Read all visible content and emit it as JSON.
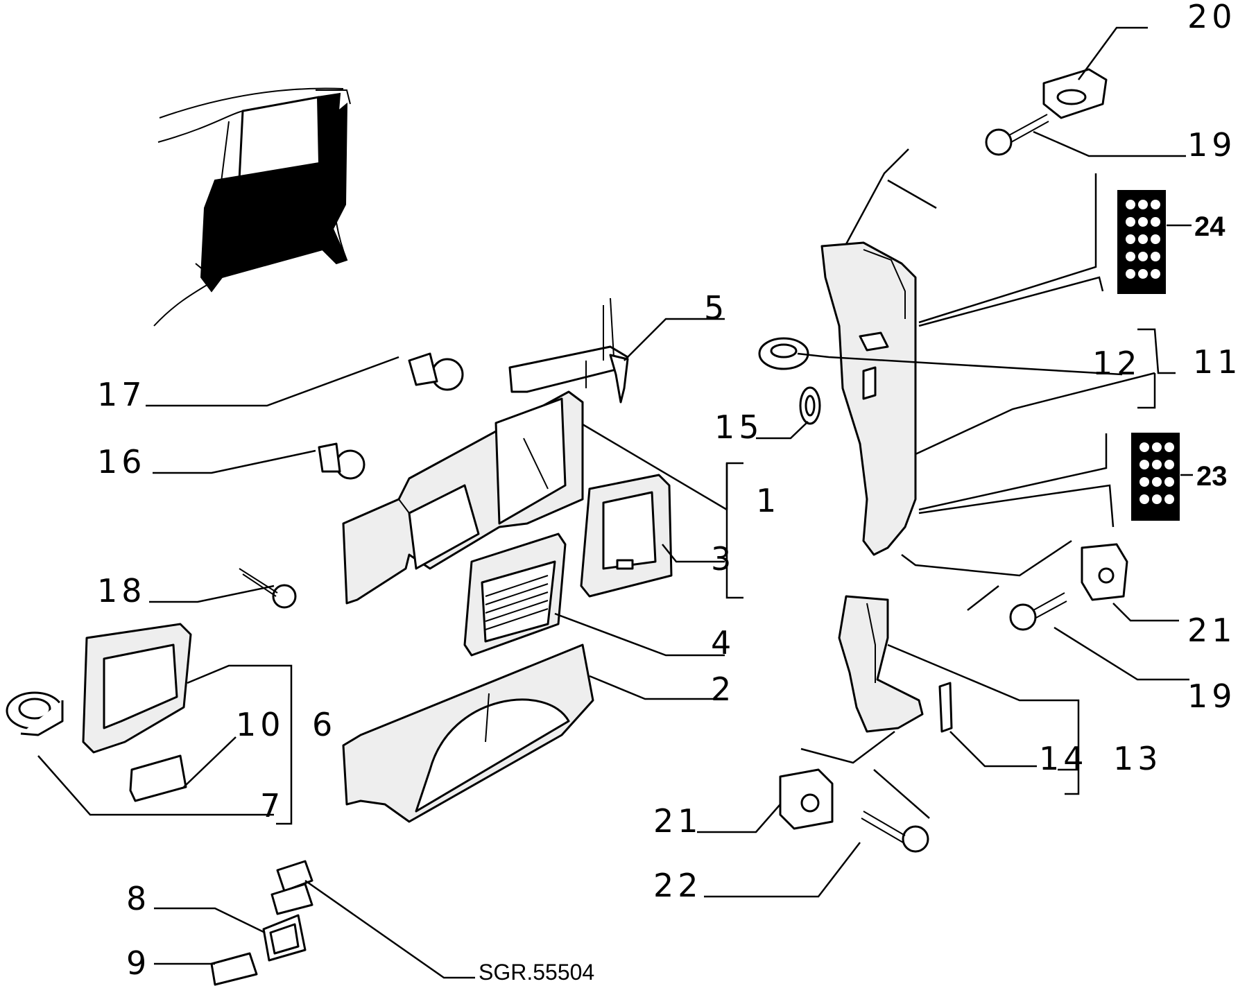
{
  "diagram": {
    "drawing_code": "SGR.55504",
    "labels": {
      "l1": "1",
      "l2": "2",
      "l3": "3",
      "l4": "4",
      "l5": "5",
      "l6": "6",
      "l7": "7",
      "l8": "8",
      "l9": "9",
      "l10": "10",
      "l11": "11",
      "l12": "12",
      "l13": "13",
      "l14": "14",
      "l15": "15",
      "l16": "16",
      "l17": "17",
      "l18": "18",
      "l19a": "19",
      "l19b": "19",
      "l20": "20",
      "l21a": "21",
      "l21b": "21",
      "l22": "22",
      "l23": "23",
      "l24": "24"
    }
  }
}
